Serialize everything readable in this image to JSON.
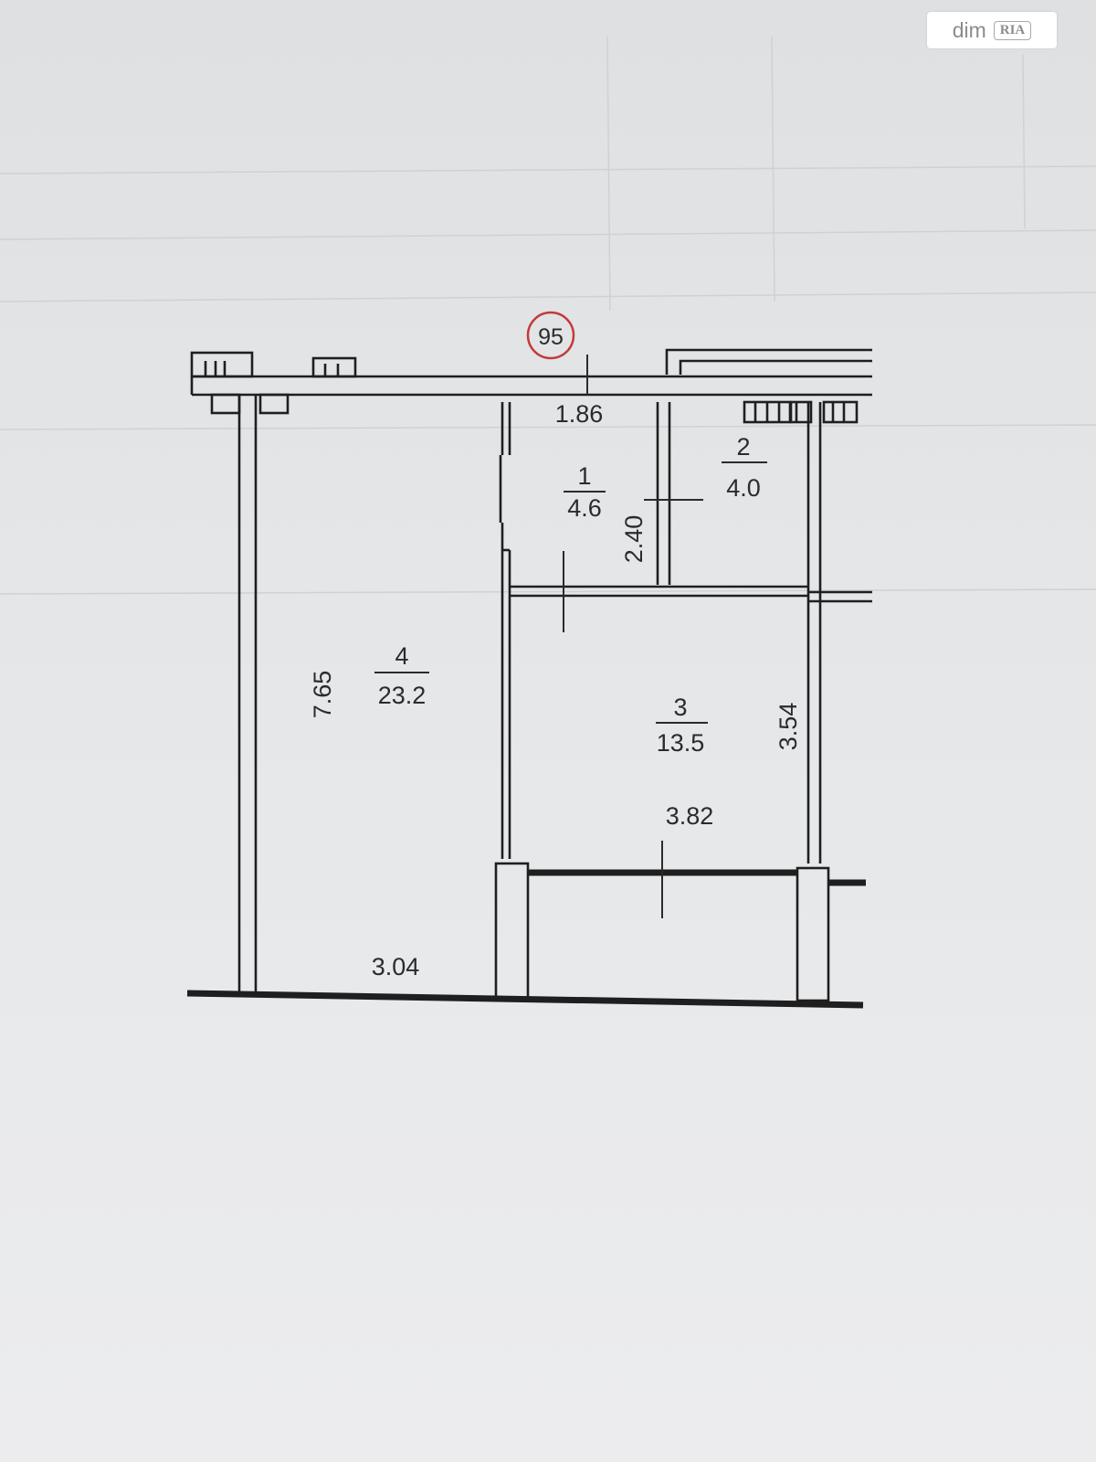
{
  "watermark": {
    "brand": "dim",
    "badge": "RIA"
  },
  "plan": {
    "apartment_number": "95",
    "rooms": [
      {
        "number": "1",
        "area": "4.6"
      },
      {
        "number": "2",
        "area": "4.0"
      },
      {
        "number": "3",
        "area": "13.5"
      },
      {
        "number": "4",
        "area": "23.2"
      }
    ],
    "dimensions": [
      "1.86",
      "2.40",
      "7.65",
      "3.54",
      "3.82",
      "3.04"
    ]
  }
}
